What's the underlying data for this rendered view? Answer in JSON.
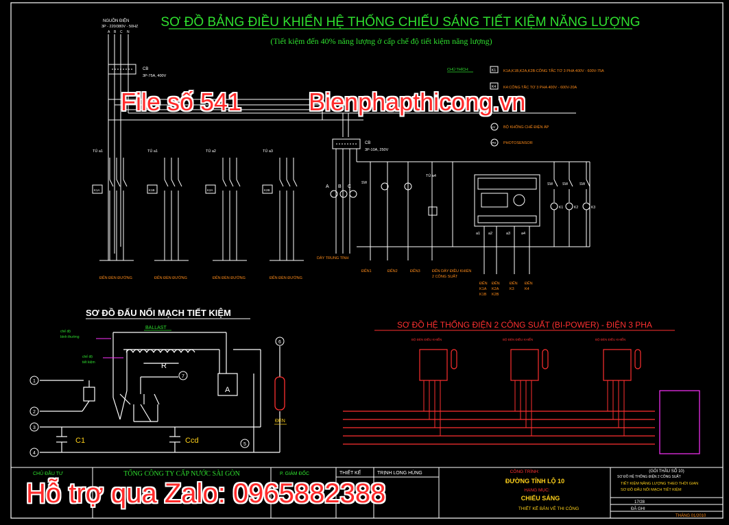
{
  "title": "SƠ ĐỒ BẢNG ĐIỀU KHIỂN HỆ THỐNG CHIẾU SÁNG TIẾT KIỆM NĂNG LƯỢNG",
  "subtitle": "(Tiết kiệm đến 40% năng lượng ở cấp chế độ tiết kiệm năng lượng)",
  "source": {
    "label": "NGUỒN ĐIỆN",
    "spec": "3P - 220/380V - 50HZ",
    "phases": [
      "A",
      "B",
      "C",
      "N"
    ]
  },
  "cb_main": {
    "label": "CB",
    "spec": "3P-75A, 400V"
  },
  "cb_aux": {
    "label": "CB",
    "spec": "3P-10A, 250V"
  },
  "legend": {
    "heading": "CHÚ THÍCH:",
    "items": [
      {
        "sym": "K1",
        "text": "K1A,K1B,K2A,K2B:CÔNG TẮC TƠ 3 PHA 400V - 600V-75A"
      },
      {
        "sym": "K4",
        "text": "K4:CÔNG TẮC TƠ 3 PHA 400V - 600V-20A"
      },
      {
        "sym": "LV",
        "text": "BỘ KHỐNG CHẾ ĐIỆN ÁP"
      },
      {
        "sym": "PH",
        "text": "PHOTOSENSOR"
      }
    ]
  },
  "cabinets": [
    "TỦ a1",
    "TỦ a1",
    "TỦ a2",
    "TỦ a3"
  ],
  "cabinet_k4": "TỦ a4",
  "contactors": [
    "K1A",
    "K1B",
    "K2A",
    "K2B"
  ],
  "outputs": [
    "ĐẾN ĐÈN ĐƯỜNG",
    "ĐẾN ĐÈN ĐƯỜNG",
    "ĐẾN ĐÈN ĐƯỜNG",
    "ĐẾN ĐÈN ĐƯỜNG"
  ],
  "neutral_label": "DÂY TRUNG TÍNH",
  "lamp_outs": [
    "ĐẾN1",
    "ĐẾN2",
    "ĐẾN3"
  ],
  "control_out": [
    "ĐẾN DÂY ĐIỀU KHIỂN",
    "2 CÔNG SUẤT"
  ],
  "abc": [
    "A",
    "B",
    "C"
  ],
  "switch_label": "SW",
  "relay_terms": [
    "a1",
    "a2",
    "a3",
    "a4"
  ],
  "relay_outs": [
    "ĐẾN",
    "ĐẾN",
    "ĐẾN",
    "ĐẾN"
  ],
  "relay_outs2": [
    "K1A",
    "K2A",
    "K3",
    "K4"
  ],
  "relay_outs3": [
    "K1B",
    "K2B"
  ],
  "lamp_syms": [
    "K1",
    "K2",
    "K3"
  ],
  "wiring": {
    "title": "SƠ ĐỒ ĐẤU NỐI MẠCH TIẾT KIỆM",
    "ballast": "BALLAST",
    "r": "R",
    "a": "A",
    "lamp": "ĐÈN",
    "c1": "C1",
    "ccd": "Ccd",
    "nodes": [
      "1",
      "2",
      "3",
      "4",
      "5",
      "6",
      "7"
    ],
    "mode1": [
      "chế độ",
      "bình thường"
    ],
    "mode2": [
      "chế độ",
      "tiết kiệm"
    ]
  },
  "bipower": {
    "title": "SƠ ĐỒ HỆ THỐNG ĐIỆN 2 CÔNG SUẤT (BI-POWER) - ĐIỆN 3 PHA",
    "fixture": "BỘ ĐÈN ĐIỀU KHIỂN"
  },
  "titleblock": {
    "chu_dau_tu": "CHỦ ĐẦU TƯ",
    "owner": "TỔNG CÔNG TY CẤP NƯỚC SÀI GÒN",
    "p_giam_doc": "P. GIÁM ĐỐC",
    "thiet_ke": "THIẾT KẾ",
    "designer": "TRỊNH LONG HÙNG",
    "cong_trinh_label": "CÔNG TRÌNH:",
    "cong_trinh": "ĐƯỜNG TỈNH LỘ 10",
    "hang_muc_label": "HẠNG MỤC:",
    "hang_muc": "CHIẾU SÁNG",
    "giai_doan": "THIẾT KẾ BẢN VẼ THI CÔNG",
    "goi_thau": "(GÓI THẦU SỐ 10)",
    "sheet_desc": [
      "SƠ ĐỒ HỆ THỐNG ĐIỆN 2 CÔNG SUẤT",
      "TIẾT KIỆM NĂNG LƯỢNG THEO THỜI GIAN",
      "SƠ ĐỒ ĐẤU NỐI MẠCH TIẾT KIỆM"
    ],
    "sheet_no": "17/28",
    "date": "THÁNG 01/2010",
    "scale": "ĐÃ GHI"
  },
  "watermark": {
    "file": "File số 541",
    "site": "Bienphapthicong.vn",
    "zalo": "Hỗ trợ qua Zalo: 0965882388"
  }
}
